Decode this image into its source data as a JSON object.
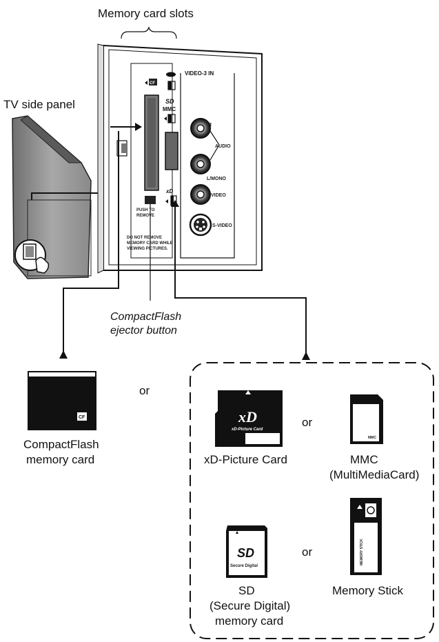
{
  "labels": {
    "memory_card_slots": "Memory card slots",
    "tv_side_panel": "TV side panel",
    "ejector_line1": "CompactFlash",
    "ejector_line2": "ejector button",
    "or_main": "or",
    "cf_line1": "CompactFlash",
    "cf_line2": "memory card",
    "xd_label": "xD-Picture Card",
    "or_xd_mmc": "or",
    "mmc_line1": "MMC",
    "mmc_line2": "(MultiMediaCard)",
    "sd_line1": "SD",
    "sd_line2": "(Secure Digital)",
    "sd_line3": "memory card",
    "or_sd_ms": "or",
    "ms_label": "Memory Stick"
  },
  "panel": {
    "video3_in": "VIDEO-3  IN",
    "audio": "AUDIO",
    "r": "R",
    "l_mono": "L/MONO",
    "video": "VIDEO",
    "s_video": "S-VIDEO",
    "sd_mark": "SD",
    "mmc_mark": "MMC",
    "xd_mark": "xD",
    "cf_mark": "CF",
    "push_to": "PUSH TO",
    "remove": "REMOVE",
    "warning_1": "DO NOT REMOVE",
    "warning_2": "MEMORY CARD WHILE",
    "warning_3": "VIEWING PICTURES."
  },
  "cards": {
    "cf_logo": "CF",
    "xd_logo": "xD",
    "xd_sub": "xD-Picture Card",
    "mmc_logo": "MMC",
    "sd_logo": "SD",
    "sd_sub": "Secure Digital",
    "ms_text": "MEMORY STICK"
  }
}
